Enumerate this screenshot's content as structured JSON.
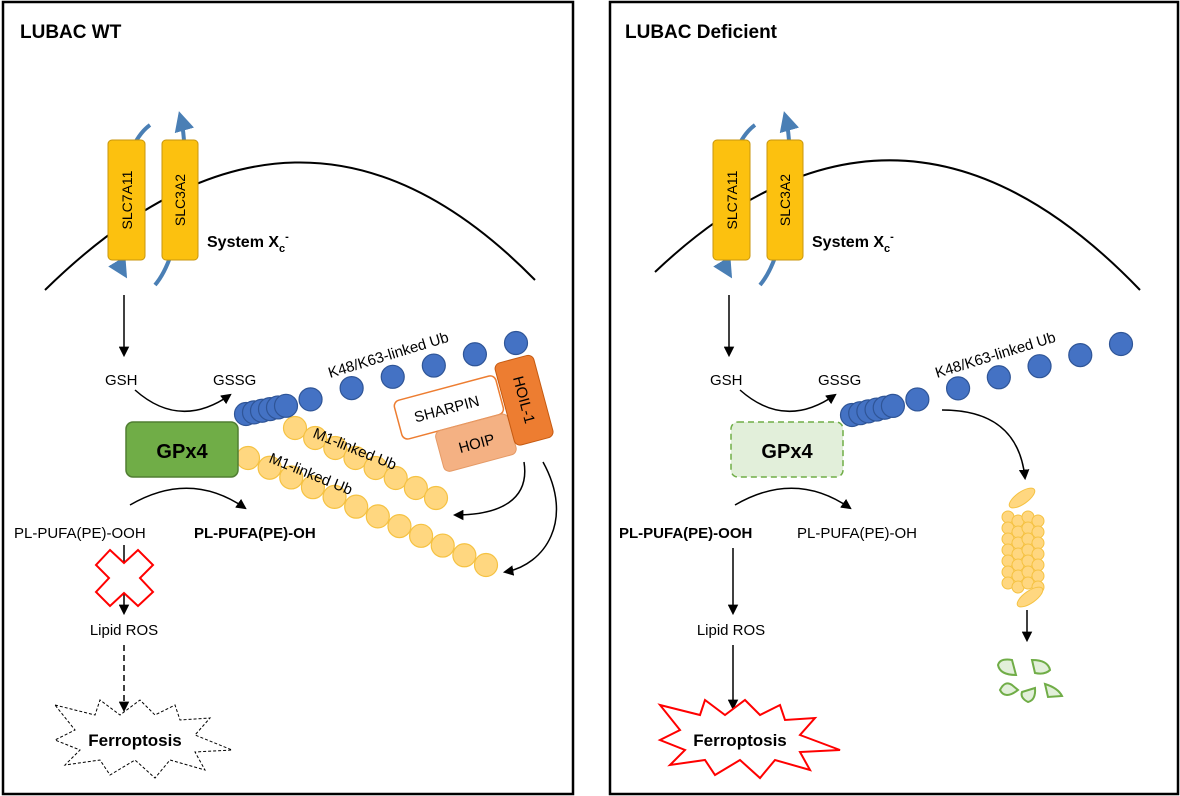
{
  "panels": [
    {
      "title": "LUBAC WT",
      "transporters": [
        "SLC7A11",
        "SLC3A2"
      ],
      "system_label": "System X",
      "system_sub": "c",
      "system_sup": "-",
      "gsh": "GSH",
      "gssg": "GSSG",
      "gpx4": "GPx4",
      "k48_label": "K48/K63-linked Ub",
      "m1_label_1": "M1-linked Ub",
      "m1_label_2": "M1-linked Ub",
      "sharpin": "SHARPIN",
      "hoip": "HOIP",
      "hoil": "HOIL-1",
      "substrate": "PL-PUFA(PE)-OOH",
      "product": "PL-PUFA(PE)-OH",
      "lipid_ros": "Lipid ROS",
      "ferroptosis": "Ferroptosis"
    },
    {
      "title": "LUBAC Deficient",
      "transporters": [
        "SLC7A11",
        "SLC3A2"
      ],
      "system_label": "System X",
      "system_sub": "c",
      "system_sup": "-",
      "gsh": "GSH",
      "gssg": "GSSG",
      "gpx4": "GPx4",
      "k48_label": "K48/K63-linked Ub",
      "substrate": "PL-PUFA(PE)-OOH",
      "product": "PL-PUFA(PE)-OH",
      "lipid_ros": "Lipid ROS",
      "ferroptosis": "Ferroptosis"
    }
  ],
  "colors": {
    "transporter": "#fcc10f",
    "k48_ub": "#4472c4",
    "m1_ub": "#ffd780",
    "gpx4_active": "#70ad47",
    "gpx4_inactive": "#e2efda",
    "hoil": "#ed7d31",
    "hoip": "#f4b183",
    "ferroptosis_active": "#ff0000",
    "inhibition_cross": "#ff0000"
  }
}
